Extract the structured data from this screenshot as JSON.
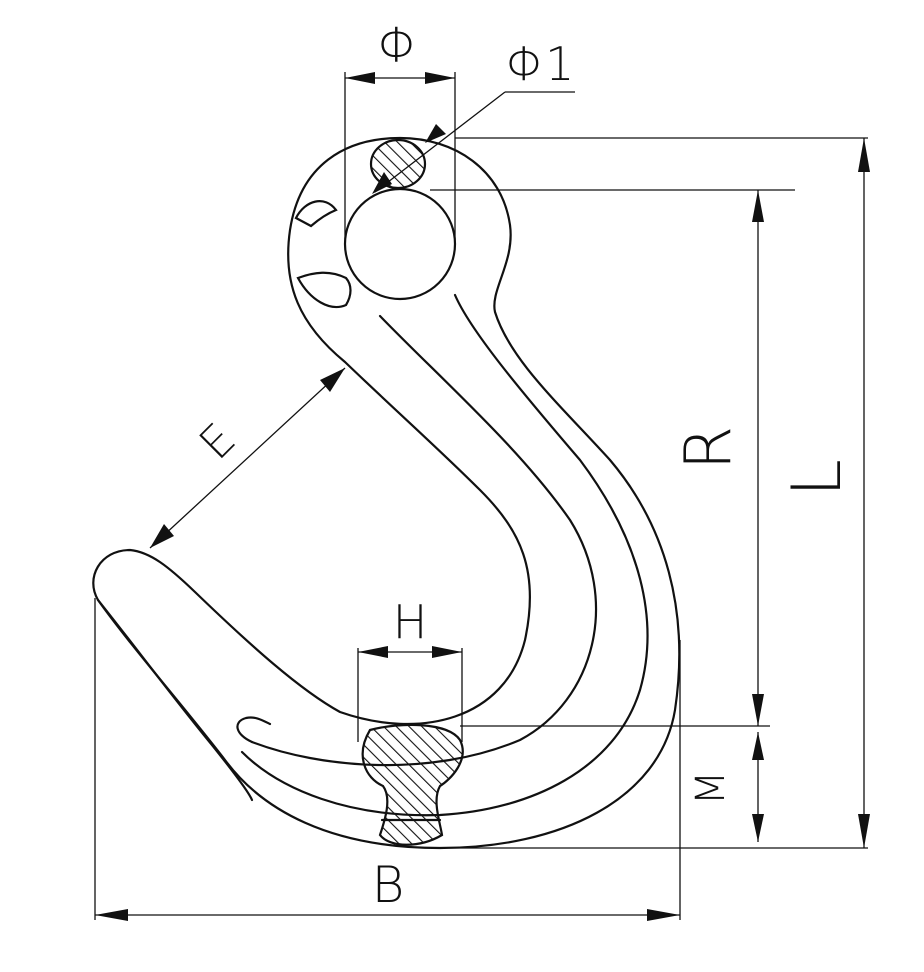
{
  "diagram": {
    "labels": {
      "phi": "Φ",
      "phi1": "Φ1",
      "e": "E",
      "h": "H",
      "r": "R",
      "l": "L",
      "m": "M",
      "b": "B"
    },
    "colors": {
      "line": "#111111",
      "background": "#ffffff"
    }
  }
}
